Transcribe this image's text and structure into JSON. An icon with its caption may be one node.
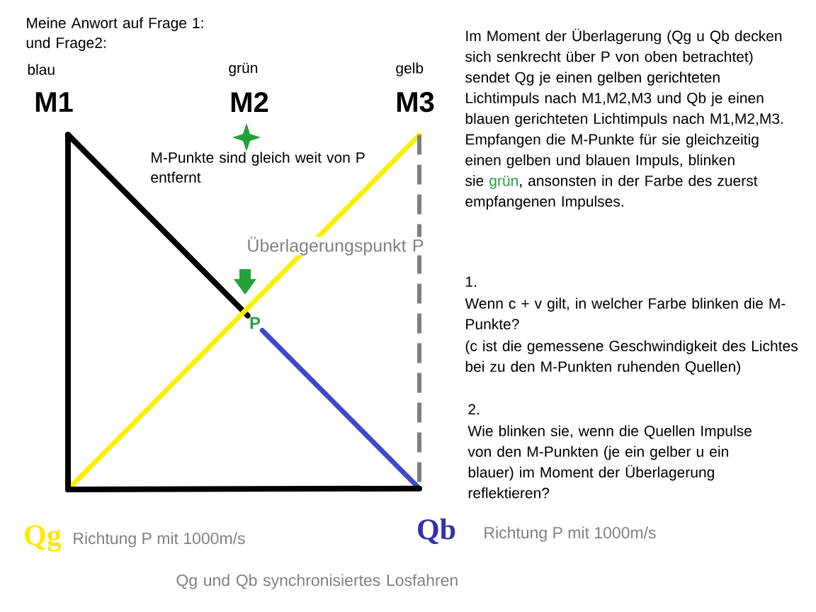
{
  "diagram": {
    "nodes": [
      {
        "text": [
          "M1"
        ],
        "beside": [
          "blau"
        ]
      },
      {
        "text": [
          "M2"
        ],
        "beside": [
          "grün"
        ]
      },
      {
        "text": [
          "M3"
        ],
        "beside": [
          "gelb"
        ]
      },
      {
        "text": [
          "P"
        ]
      },
      {
        "text": [
          "Qg"
        ],
        "beside": [
          "Richtung P mit 1000m/s"
        ]
      },
      {
        "text": [
          "Qb"
        ],
        "beside": [
          "Richtung P mit 1000m/s"
        ]
      }
    ],
    "edges": [
      {
        "from": 0,
        "to": 3,
        "arrow": "none"
      },
      {
        "from": 3,
        "to": 5,
        "arrow": "none",
        "color": "#3f48cc"
      },
      {
        "from": 4,
        "to": 2,
        "arrow": "none",
        "color": "#ffee00"
      },
      {
        "from": 0,
        "to": 4,
        "arrow": "none"
      },
      {
        "from": 4,
        "to": 5,
        "arrow": "none"
      },
      {
        "from": 2,
        "to": 5,
        "arrow": "none",
        "style": "dashed",
        "color": "#808080"
      }
    ],
    "labels": [
      "Meine Anwort auf Frage 1: und Frage2:",
      "M-Punkte sind gleich weit von P entfernt",
      "Überlagerungspunkt P",
      "Im Moment der Überlagerung (Qg u Qb decken sich senkrecht über P von oben betrachtet) sendet Qg je einen gelben gerichteten Lichtimpuls nach M1,M2,M3 und Qb je einen blauen gerichteten Lichtimpuls nach M1,M2,M3. Empfangen die M-Punkte für sie gleichzeitig einen gelben und blauen Impuls, blinken sie",
      "grün",
      ", ansonsten in der Farbe des zuerst empfangenen Impulses.",
      "1.",
      "Wenn c + v gilt, in welcher Farbe blinken die M-Punkte?",
      "(c ist die gemessene Geschwindigkeit des Lichtes bei zu den M-Punkten ruhenden Quellen)",
      "2.",
      "Wie blinken sie, wenn die Quellen Impulse von den M-Punkten (je ein gelber u ein blauer) im Moment der Überlagerung reflektieren?",
      "Qg und Qb synchronisiertes Losfahren"
    ]
  }
}
